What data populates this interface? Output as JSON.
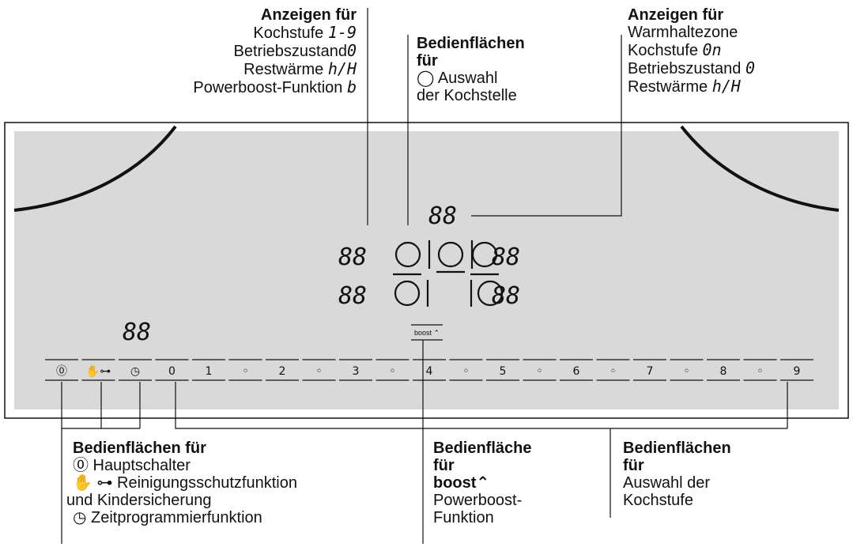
{
  "callouts": {
    "top_left": {
      "title": "Anzeigen für",
      "lines": [
        {
          "text": "Kochstufe ",
          "glyph": "1-9"
        },
        {
          "text": "Betriebszustand",
          "glyph": "0"
        },
        {
          "text": "Restwärme ",
          "glyph": "h/H"
        },
        {
          "text": "Powerboost-Funktion ",
          "glyph": "b"
        }
      ]
    },
    "top_center": {
      "title_1": "Bedienflächen",
      "title_2": "für",
      "line_1": "◯ Auswahl",
      "line_2": "der Kochstelle"
    },
    "top_right": {
      "title": "Anzeigen für",
      "lines": [
        {
          "text": "Warmhaltezone",
          "glyph": ""
        },
        {
          "text": "Kochstufe ",
          "glyph": "0n"
        },
        {
          "text": "Betriebszustand ",
          "glyph": "0"
        },
        {
          "text": "Restwärme ",
          "glyph": "h/H"
        }
      ]
    },
    "bottom_left": {
      "title": "Bedienflächen für",
      "line_1": "⓪ Hauptschalter",
      "line_2": "✋ ⊶ Reinigungsschutzfunktion",
      "line_3": "und  Kindersicherung",
      "line_4": "◷ Zeitprogrammierfunktion"
    },
    "bottom_center": {
      "title_1": "Bedienfläche",
      "title_2": "für",
      "title_3": "boost⌃",
      "line_1": "Powerboost-",
      "line_2": "Funktion"
    },
    "bottom_right": {
      "title_1": "Bedienflächen",
      "title_2": "für",
      "line_1": "Auswahl der",
      "line_2": "Kochstufe"
    }
  },
  "panel": {
    "digit_display": "88",
    "boost_label": "boost ⌃",
    "keys": [
      "⓪",
      "✋⊶",
      "◷",
      "0",
      "1",
      "◦",
      "2",
      "◦",
      "3",
      "◦",
      "4",
      "◦",
      "5",
      "◦",
      "6",
      "◦",
      "7",
      "◦",
      "8",
      "◦",
      "9"
    ]
  },
  "colors": {
    "panel_fill": "#d9d9d9",
    "frame": "#111111",
    "line": "#111111"
  }
}
